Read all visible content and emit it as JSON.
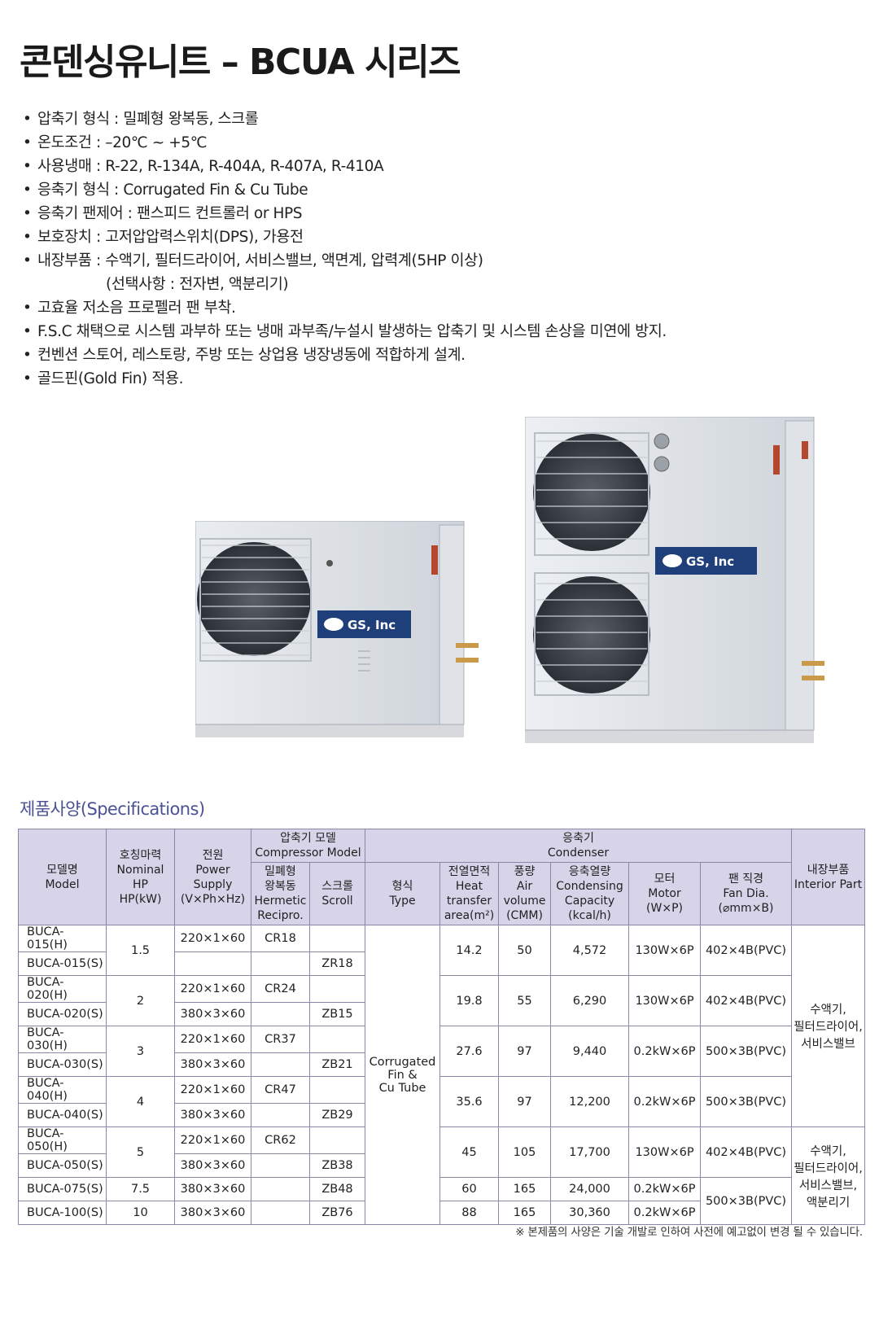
{
  "title": "콘덴싱유니트 – BCUA 시리즈",
  "features": [
    "압축기 형식 : 밀폐형 왕복동, 스크롤",
    "온도조건 : –20℃ ~ +5℃",
    "사용냉매 : R-22, R-134A, R-404A, R-407A, R-410A",
    "응축기 형식 : Corrugated Fin & Cu Tube",
    "응축기 팬제어 : 팬스피드 컨트롤러 or HPS",
    "보호장치 : 고저압압력스위치(DPS), 가용전",
    "내장부품 : 수액기, 필터드라이어, 서비스밸브, 액면계, 압력계(5HP 이상)",
    "(선택사항 : 전자변, 액분리기)",
    "고효율 저소음 프로펠러 팬 부착.",
    "F.S.C 채택으로 시스템 과부하 또는 냉매 과부족/누설시 발생하는 압축기 및 시스템 손상을 미연에 방지.",
    "컨벤션 스토어, 레스토랑, 주방 또는 상업용 냉장냉동에 적합하게 설계.",
    "골드핀(Gold Fin) 적용."
  ],
  "bullet": "•",
  "brand": "GS, Inc",
  "specs_title": "제품사양(Specifications)",
  "headers": {
    "model": [
      "모델명",
      "Model"
    ],
    "hp": [
      "호칭마력",
      "Nominal",
      "HP",
      "HP(kW)"
    ],
    "power": [
      "전원",
      "Power",
      "Supply",
      "(V×Ph×Hz)"
    ],
    "compressor": [
      "압축기 모델",
      "Compressor Model"
    ],
    "hermetic": [
      "밀폐형",
      "왕복동",
      "Hermetic",
      "Recipro."
    ],
    "scroll": [
      "스크롤",
      "Scroll"
    ],
    "condenser": [
      "응축기",
      "Condenser"
    ],
    "type": [
      "형식",
      "Type"
    ],
    "area": [
      "전열면적",
      "Heat",
      "transfer",
      "area(m²)"
    ],
    "air": [
      "풍량",
      "Air",
      "volume",
      "(CMM)"
    ],
    "capacity": [
      "응축열량",
      "Condensing",
      "Capacity",
      "(kcal/h)"
    ],
    "motor": [
      "모터",
      "Motor",
      "(W×P)"
    ],
    "fan": [
      "팬 직경",
      "Fan Dia.",
      "(⌀mm×B)"
    ],
    "interior": [
      "내장부품",
      "Interior Part"
    ]
  },
  "rows": [
    {
      "model": "BUCA-015(H)",
      "power": "220×1×60",
      "hermetic": "CR18",
      "scroll": ""
    },
    {
      "model": "BUCA-015(S)",
      "power": "",
      "hermetic": "",
      "scroll": "ZR18"
    },
    {
      "model": "BUCA-020(H)",
      "power": "220×1×60",
      "hermetic": "CR24",
      "scroll": ""
    },
    {
      "model": "BUCA-020(S)",
      "power": "380×3×60",
      "hermetic": "",
      "scroll": "ZB15"
    },
    {
      "model": "BUCA-030(H)",
      "power": "220×1×60",
      "hermetic": "CR37",
      "scroll": ""
    },
    {
      "model": "BUCA-030(S)",
      "power": "380×3×60",
      "hermetic": "",
      "scroll": "ZB21"
    },
    {
      "model": "BUCA-040(H)",
      "power": "220×1×60",
      "hermetic": "CR47",
      "scroll": ""
    },
    {
      "model": "BUCA-040(S)",
      "power": "380×3×60",
      "hermetic": "",
      "scroll": "ZB29"
    },
    {
      "model": "BUCA-050(H)",
      "power": "220×1×60",
      "hermetic": "CR62",
      "scroll": ""
    },
    {
      "model": "BUCA-050(S)",
      "power": "380×3×60",
      "hermetic": "",
      "scroll": "ZB38"
    },
    {
      "model": "BUCA-075(S)",
      "power": "380×3×60",
      "hermetic": "",
      "scroll": "ZB48"
    },
    {
      "model": "BUCA-100(S)",
      "power": "380×3×60",
      "hermetic": "",
      "scroll": "ZB76"
    }
  ],
  "hp_groups": [
    {
      "value": "1.5",
      "span": 2
    },
    {
      "value": "2",
      "span": 2
    },
    {
      "value": "3",
      "span": 2
    },
    {
      "value": "4",
      "span": 2
    },
    {
      "value": "5",
      "span": 2
    },
    {
      "value": "7.5",
      "span": 1
    },
    {
      "value": "10",
      "span": 1
    }
  ],
  "condenser_type": [
    "Corrugated",
    "Fin &",
    "Cu Tube"
  ],
  "condenser_groups": [
    {
      "area": "14.2",
      "air": "50",
      "capacity": "4,572",
      "motor": "130W×6P",
      "span": 2
    },
    {
      "area": "19.8",
      "air": "55",
      "capacity": "6,290",
      "motor": "130W×6P",
      "span": 2
    },
    {
      "area": "27.6",
      "air": "97",
      "capacity": "9,440",
      "motor": "0.2kW×6P",
      "span": 2
    },
    {
      "area": "35.6",
      "air": "97",
      "capacity": "12,200",
      "motor": "0.2kW×6P",
      "span": 2
    },
    {
      "area": "45",
      "air": "105",
      "capacity": "17,700",
      "motor": "130W×6P",
      "span": 2
    },
    {
      "area": "60",
      "air": "165",
      "capacity": "24,000",
      "motor": "0.2kW×6P",
      "span": 1
    },
    {
      "area": "88",
      "air": "165",
      "capacity": "30,360",
      "motor": "0.2kW×6P",
      "span": 1
    }
  ],
  "fan_groups": [
    {
      "value": "402×4B(PVC)",
      "span": 2
    },
    {
      "value": "402×4B(PVC)",
      "span": 2
    },
    {
      "value": "500×3B(PVC)",
      "span": 2
    },
    {
      "value": "500×3B(PVC)",
      "span": 2
    },
    {
      "value": "402×4B(PVC)",
      "span": 2
    },
    {
      "value": "500×3B(PVC)",
      "span": 2
    }
  ],
  "interior_groups": [
    {
      "lines": [
        "수액기,",
        "필터드라이어,",
        "서비스밸브"
      ],
      "span": 8
    },
    {
      "lines": [
        "수액기,",
        "필터드라이어,",
        "서비스밸브,",
        "액분리기"
      ],
      "span": 4
    }
  ],
  "note": "※ 본제품의 사양은 기술 개발로 인하여 사전에 예고없이 변경 될 수 있습니다.",
  "colors": {
    "header_bg": "#d7d4e9",
    "border": "#8a87a6",
    "brand_blue": "#1e3f7a",
    "specs_title": "#4a5296"
  }
}
